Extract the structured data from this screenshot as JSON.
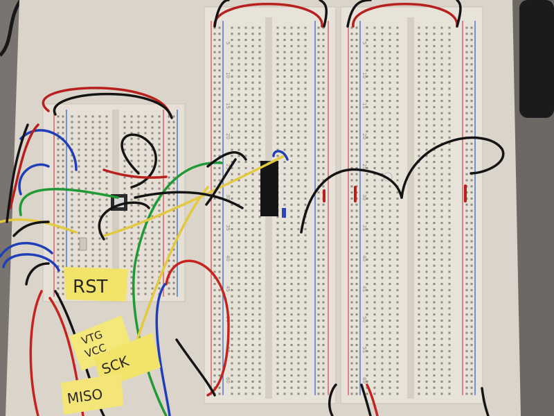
{
  "labels": {
    "rst": "RST",
    "vtg": "VTG",
    "vcc": "VCC",
    "sck": "SCK",
    "miso": "MISO"
  },
  "breadcard_numbers": [
    "5",
    "10",
    "15",
    "20",
    "25",
    "30",
    "35",
    "40",
    "45",
    "50",
    "55",
    "60"
  ],
  "colors": {
    "board": "#dcd6cc",
    "breadboard": "#e8e3d9",
    "hole": "#8f8a82",
    "rail_red": "#d8616a",
    "rail_blue": "#4f78c9",
    "tape": "#f2e36a",
    "wire_red": "#c5231f",
    "wire_black": "#141414",
    "wire_blue": "#1f3fb8",
    "wire_green": "#1f9a36",
    "wire_yellow": "#e8cf44"
  }
}
